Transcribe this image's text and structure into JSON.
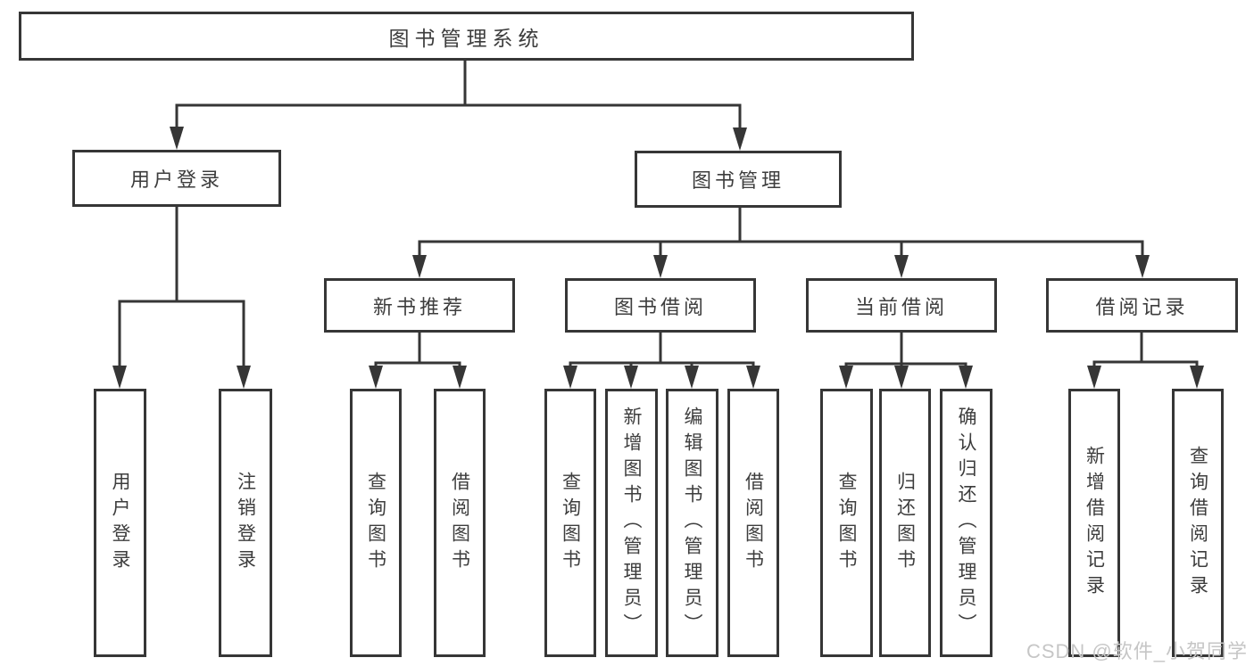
{
  "diagram": {
    "title": "图书管理系统",
    "type": "tree",
    "colors": {
      "line": "#363636",
      "text": "#3d3d3d",
      "box_fill": "#ffffff",
      "background": "#ffffff",
      "watermark": "#c6c6c6"
    },
    "root": {
      "label": "图书管理系统"
    },
    "level2": [
      {
        "label": "用户登录"
      },
      {
        "label": "图书管理"
      }
    ],
    "level3": [
      {
        "label": "新书推荐"
      },
      {
        "label": "图书借阅"
      },
      {
        "label": "当前借阅"
      },
      {
        "label": "借阅记录"
      }
    ],
    "leaves": [
      {
        "label": "用户登录"
      },
      {
        "label": "注销登录"
      },
      {
        "label": "查询图书"
      },
      {
        "label": "借阅图书"
      },
      {
        "label": "查询图书"
      },
      {
        "label": "新增图书（管理员）"
      },
      {
        "label": "编辑图书（管理员）"
      },
      {
        "label": "借阅图书"
      },
      {
        "label": "查询图书"
      },
      {
        "label": "归还图书"
      },
      {
        "label": "确认归还（管理员）"
      },
      {
        "label": "新增借阅记录"
      },
      {
        "label": "查询借阅记录"
      }
    ],
    "structure": [
      {
        "parent": "图书管理系统",
        "children": [
          "用户登录",
          "图书管理"
        ]
      },
      {
        "parent": "用户登录",
        "children": [
          "用户登录",
          "注销登录"
        ]
      },
      {
        "parent": "图书管理",
        "children": [
          "新书推荐",
          "图书借阅",
          "当前借阅",
          "借阅记录"
        ]
      },
      {
        "parent": "新书推荐",
        "children": [
          "查询图书",
          "借阅图书"
        ]
      },
      {
        "parent": "图书借阅",
        "children": [
          "查询图书",
          "新增图书（管理员）",
          "编辑图书（管理员）",
          "借阅图书"
        ]
      },
      {
        "parent": "当前借阅",
        "children": [
          "查询图书",
          "归还图书",
          "确认归还（管理员）"
        ]
      },
      {
        "parent": "借阅记录",
        "children": [
          "新增借阅记录",
          "查询借阅记录"
        ]
      }
    ],
    "watermark": "CSDN @软件_小贺同学"
  }
}
